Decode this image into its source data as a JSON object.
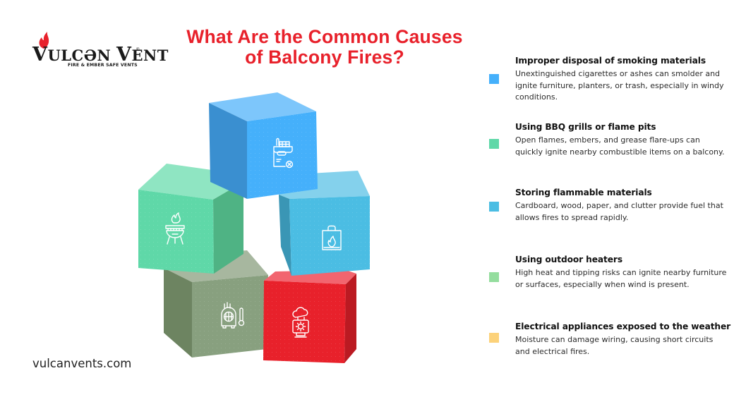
{
  "brand": {
    "name_first": "Vulcan",
    "name_second": "Vent",
    "logo_text": "VULCAN VENT",
    "tagline": "FIRE & EMBER SAFE VENTS",
    "registered_mark": "®",
    "website": "vulcanvents.com"
  },
  "title": {
    "line1": "What Are the Common Causes",
    "line2": "of Balcony Fires?"
  },
  "colors": {
    "title_red": "#e8212b",
    "blue": "#45b0fb",
    "green": "#5fd8a8",
    "cyan": "#4bbde3",
    "sage": "#88a07f",
    "red": "#e8212b",
    "yellow": "#fcd27a",
    "light_green": "#94dd9e"
  },
  "cubes": [
    {
      "id": "smoking",
      "color_name": "blue",
      "icon": "cigarette-pack-icon"
    },
    {
      "id": "bbq",
      "color_name": "green",
      "icon": "bbq-grill-flame-icon"
    },
    {
      "id": "flammable",
      "color_name": "cyan",
      "icon": "flammable-bag-icon"
    },
    {
      "id": "heater",
      "color_name": "sage",
      "icon": "space-heater-thermometer-icon"
    },
    {
      "id": "electrical",
      "color_name": "red",
      "icon": "weather-appliance-icon"
    }
  ],
  "causes": [
    {
      "title": "Improper disposal of smoking materials",
      "description": "Unextinguished cigarettes or ashes can smolder and ignite furniture, planters, or trash, especially in windy conditions.",
      "swatch": "#45b0fb"
    },
    {
      "title": "Using BBQ grills or flame pits",
      "description": "Open flames, embers, and grease flare-ups can quickly ignite nearby combustible items on a balcony.",
      "swatch": "#5fd8a8"
    },
    {
      "title": "Storing flammable materials",
      "description": "Cardboard, wood, paper, and clutter provide fuel that allows fires to spread rapidly.",
      "swatch": "#4bbde3"
    },
    {
      "title": "Using outdoor heaters",
      "description": "High heat and tipping risks can ignite nearby furniture or surfaces, especially when wind is present.",
      "swatch": "#94dd9e"
    },
    {
      "title": "Electrical appliances exposed to the weather",
      "description": "Moisture can damage wiring, causing short circuits and electrical fires.",
      "swatch": "#fcd27a"
    }
  ]
}
